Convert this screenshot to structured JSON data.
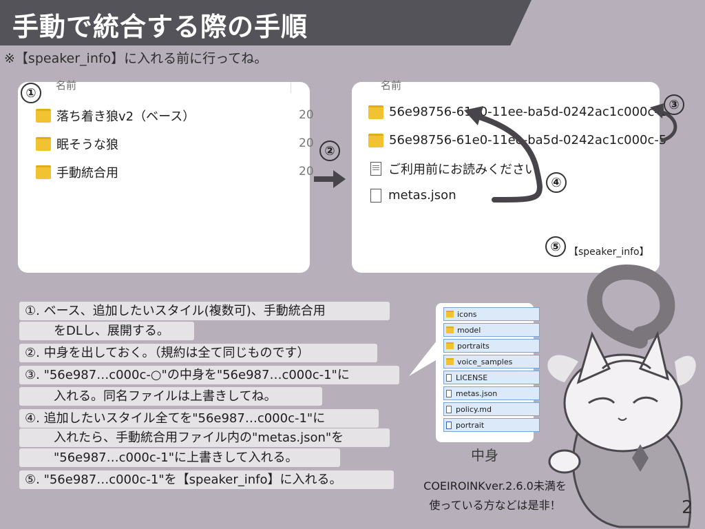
{
  "title": "手動で統合する際の手順",
  "subtitle": "※【speaker_info】に入れる前に行ってね。",
  "left_panel": {
    "column_head": "名前",
    "folders": [
      "落ち着き狼v2（ベース）",
      "眠そうな狼",
      "手動統合用"
    ],
    "date_prefix": "20"
  },
  "right_panel": {
    "column_head": "名前",
    "items": [
      "56e98756-61e0-11ee-ba5d-0242ac1c000c-1",
      "56e98756-61e0-11ee-ba5d-0242ac1c000c-5",
      "ご利用前にお読みください",
      "metas.json"
    ],
    "speaker_info_label": "【speaker_info】"
  },
  "markers": [
    "①",
    "②",
    "③",
    "④",
    "⑤"
  ],
  "steps": [
    "①. ベース、追加したいスタイル(複数可)、手動統合用",
    "をDLし、展開する。",
    "②. 中身を出しておく。（規約は全て同じものです）",
    "③. \"56e987…c000c-○\"の中身を\"56e987…c000c-1\"に",
    "入れる。同名ファイルは上書きしてね。",
    "④. 追加したいスタイル全てを\"56e987…c000c-1\"に",
    "入れたら、手動統合用ファイル内の\"metas.json\"を",
    "\"56e987…c000c-1\"に上書きして入れる。",
    "⑤. \"56e987…c000c-1\"を【speaker_info】に入れる。"
  ],
  "contents": {
    "items": [
      {
        "label": "icons",
        "icon": "folder-icon"
      },
      {
        "label": "model",
        "icon": "folder-icon"
      },
      {
        "label": "portraits",
        "icon": "folder-icon"
      },
      {
        "label": "voice_samples",
        "icon": "folder-icon"
      },
      {
        "label": "LICENSE",
        "icon": "file-icon"
      },
      {
        "label": "metas.json",
        "icon": "file-icon"
      },
      {
        "label": "policy.md",
        "icon": "file-icon"
      },
      {
        "label": "portrait",
        "icon": "image-file-icon"
      }
    ],
    "caption": "中身"
  },
  "note_lines": [
    "COEIROINKver.2.6.0未満を",
    "使っている方などは是非！"
  ],
  "page_number": "2",
  "colors": {
    "background": "#b7b0bb",
    "title_bar": "#55535a",
    "folder": "#f1c232",
    "step_box": "#e6e3e7",
    "arrow": "#474549"
  }
}
